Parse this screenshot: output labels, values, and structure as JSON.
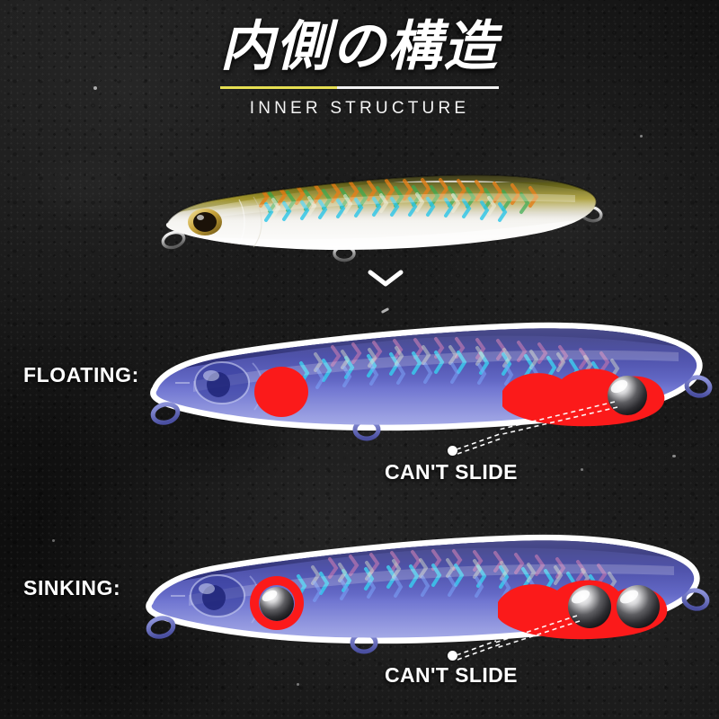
{
  "header": {
    "title_jp": "内側の構造",
    "title_en": "INNER STRUCTURE",
    "divider_color_left": "#e6df52",
    "divider_color_right": "#f2f2f2"
  },
  "arrow": {
    "icon": "chevron-down-icon"
  },
  "sections": {
    "floating": {
      "label": "FLOATING:",
      "callout": "CAN'T SLIDE",
      "ball_count": 1,
      "chamber_color": "#fb1a1a",
      "body_color": "#5d63c4",
      "outline_color": "#ffffff"
    },
    "sinking": {
      "label": "SINKING:",
      "callout": "CAN'T SLIDE",
      "ball_count": 3,
      "chamber_color": "#fb1a1a",
      "body_color": "#5d63c4",
      "outline_color": "#ffffff"
    }
  },
  "product": {
    "name": "fishing-lure-pencil-bait",
    "finish": "holographic-scale"
  }
}
